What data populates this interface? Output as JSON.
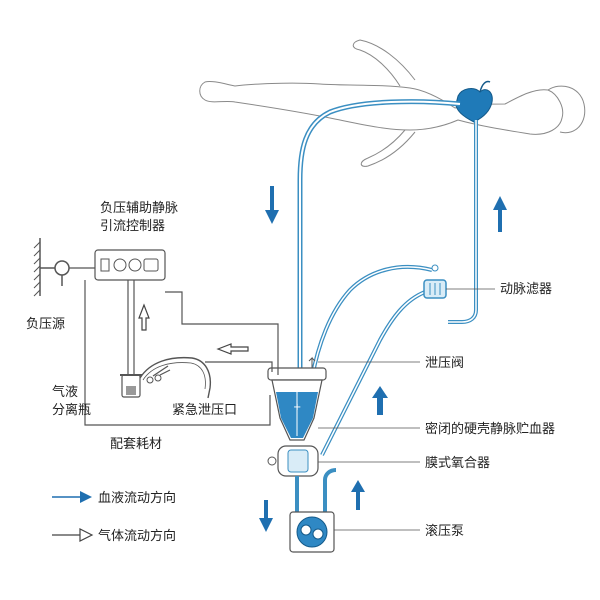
{
  "colors": {
    "tube": "#3b8fc2",
    "tube_light": "#6ab0d8",
    "blood": "#1f7ab8",
    "outline": "#555555",
    "body_outline": "#8a8a8a",
    "arrow_fill": "#1f6fb0"
  },
  "labels": {
    "controller": [
      "负压辅助静脉",
      "引流控制器"
    ],
    "vacuum_source": "负压源",
    "separator": [
      "气液",
      "分离瓶"
    ],
    "emergency_port": "紧急泄压口",
    "consumables": "配套耗材",
    "arterial_filter": "动脉滤器",
    "relief_valve": "泄压阀",
    "reservoir": "密闭的硬壳静脉贮血器",
    "oxygenator": "膜式氧合器",
    "roller_pump": "滚压泵"
  },
  "legend": {
    "blood_flow": "血液流动方向",
    "gas_flow": "气体流动方向"
  },
  "icons": [
    "heart-icon",
    "human-body-outline",
    "gauge-icon",
    "clamp-icon"
  ]
}
